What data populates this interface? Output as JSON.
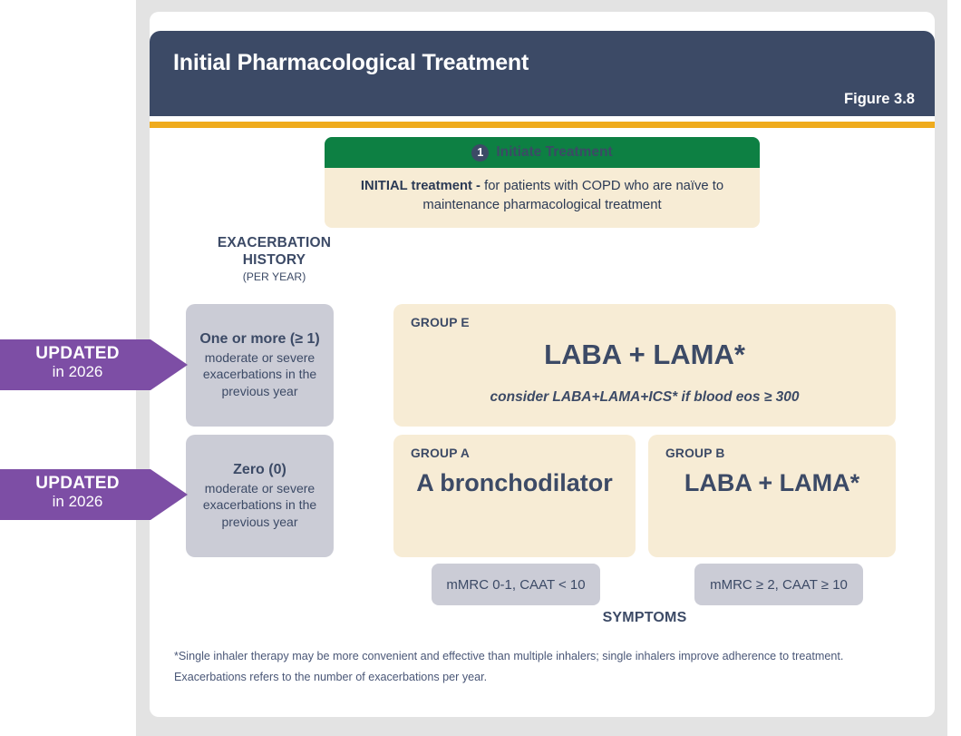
{
  "header": {
    "title": "Initial Pharmacological Treatment",
    "figure_label": "Figure 3.8",
    "bg_color": "#3c4a66",
    "accent_color": "#efab1d"
  },
  "initiate": {
    "badge_number": "1",
    "banner_label": "Initiate Treatment",
    "banner_color": "#0d8043",
    "body_bold": "INITIAL treatment -",
    "body_rest": " for patients with COPD who are naïve to maintenance pharmacological treatment"
  },
  "exacerbation_heading": {
    "line1": "EXACERBATION",
    "line2": "HISTORY",
    "line3": "(PER YEAR)"
  },
  "updated_badges": [
    {
      "line1": "UPDATED",
      "line2": "in 2026",
      "color": "#7d4ea5"
    },
    {
      "line1": "UPDATED",
      "line2": "in 2026",
      "color": "#7d4ea5"
    }
  ],
  "exacerbation_rows": [
    {
      "title": "One or more (≥ 1)",
      "subtitle": "moderate or severe exacerbations in the previous year"
    },
    {
      "title": "Zero (0)",
      "subtitle": "moderate or severe exacerbations in the previous year"
    }
  ],
  "groups": {
    "e": {
      "tag": "GROUP E",
      "treatment": "LABA + LAMA*",
      "note": "consider LABA+LAMA+ICS* if blood eos ≥ 300"
    },
    "a": {
      "tag": "GROUP A",
      "treatment": "A bronchodilator"
    },
    "b": {
      "tag": "GROUP B",
      "treatment": "LABA + LAMA*"
    }
  },
  "symptoms": {
    "left_pill": "mMRC 0-1, CAAT < 10",
    "right_pill": "mMRC ≥ 2, CAAT ≥ 10",
    "axis_label": "SYMPTOMS"
  },
  "footnote": {
    "line1": "*Single inhaler therapy may be more convenient and effective than multiple inhalers; single inhalers improve adherence to treatment.",
    "line2": "Exacerbations refers to the number of exacerbations per year."
  },
  "colors": {
    "beige_box": "#f7ecd5",
    "grey_box": "#cbccd6",
    "navy_text": "#3c4a66",
    "page_band": "#e3e3e3"
  }
}
